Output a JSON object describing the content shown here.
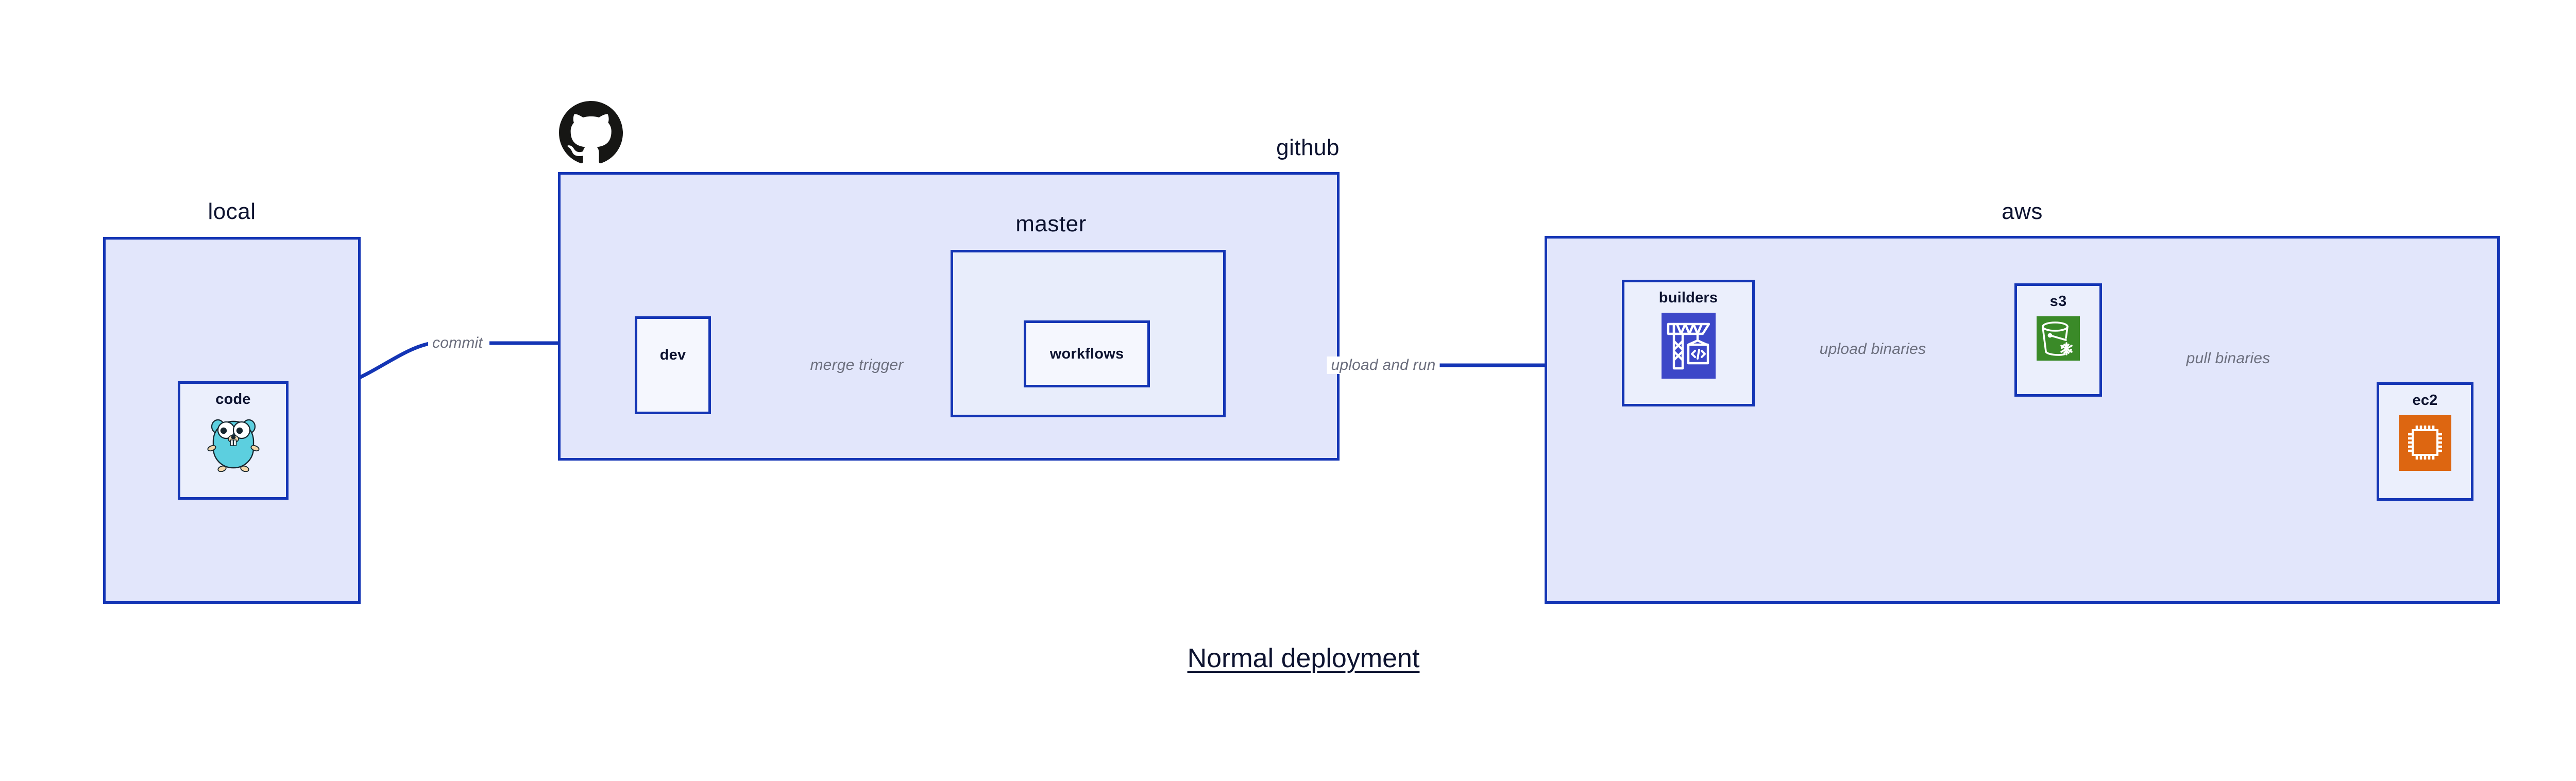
{
  "diagram": {
    "title": "Normal deployment",
    "theme": {
      "border_color": "#1435b5",
      "group_fill": "#e2e6fb",
      "subgroup_fill": "#e8edfb",
      "node_fill": "#ebeffc",
      "node_fill_white": "#f5f7fe",
      "text_color": "#0d1330",
      "edge_label_color": "#6c6f7e",
      "arrow_color": "#1435b5",
      "canvas_background": "#ffffff"
    }
  },
  "groups": [
    {
      "id": "local",
      "label": "local"
    },
    {
      "id": "github",
      "label": "github"
    },
    {
      "id": "master",
      "label": "master"
    },
    {
      "id": "aws",
      "label": "aws"
    }
  ],
  "nodes": [
    {
      "id": "code",
      "label": "code",
      "icon": "go-gopher-icon",
      "group": "local"
    },
    {
      "id": "dev",
      "label": "dev",
      "icon": "none",
      "group": "github"
    },
    {
      "id": "workflows",
      "label": "workflows",
      "icon": "none",
      "group": "master"
    },
    {
      "id": "builders",
      "label": "builders",
      "icon": "crane-code-icon",
      "group": "aws",
      "icon_color": "#3c47c8"
    },
    {
      "id": "s3",
      "label": "s3",
      "icon": "s3-bucket-icon",
      "group": "aws",
      "icon_color": "#3a8a28"
    },
    {
      "id": "ec2",
      "label": "ec2",
      "icon": "ec2-chip-icon",
      "group": "aws",
      "icon_color": "#dd6611"
    }
  ],
  "edges": [
    {
      "id": "commit",
      "label": "commit",
      "from": "code",
      "to": "dev"
    },
    {
      "id": "merge-trigger",
      "label": "merge trigger",
      "from": "dev",
      "to": "workflows"
    },
    {
      "id": "upload-and-run",
      "label": "upload and run",
      "from": "workflows",
      "to": "builders"
    },
    {
      "id": "upload-binaries",
      "label": "upload binaries",
      "from": "builders",
      "to": "s3"
    },
    {
      "id": "pull-binaries",
      "label": "pull binaries",
      "from": "s3",
      "to": "ec2"
    }
  ],
  "logos": [
    {
      "id": "github-octocat",
      "name": "github-logo",
      "color": "#161614"
    }
  ]
}
